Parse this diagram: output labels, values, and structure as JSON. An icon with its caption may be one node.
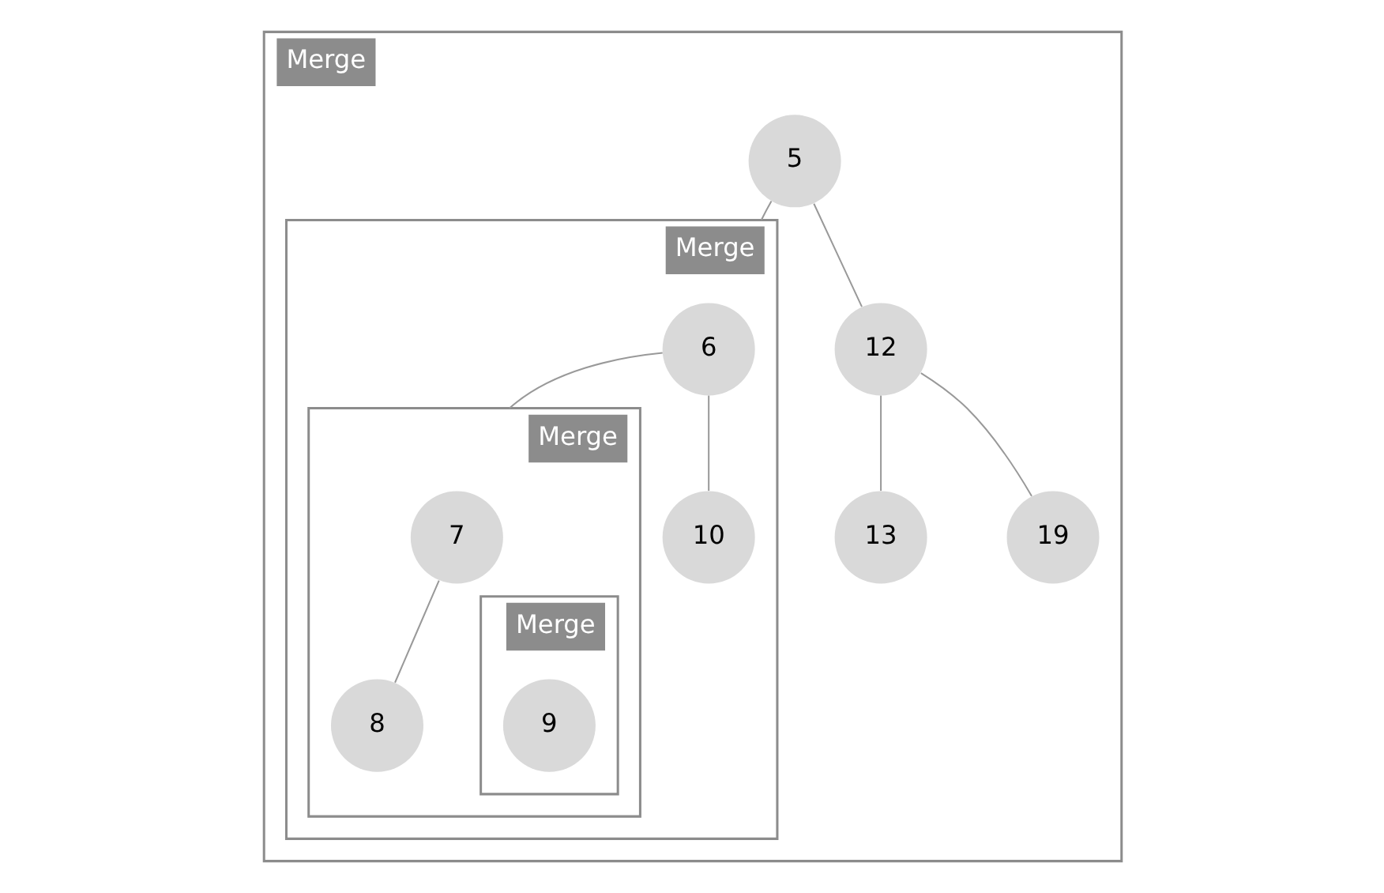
{
  "diagram": {
    "nodes": [
      {
        "text": [
          "Merge"
        ]
      },
      {
        "text": [
          "5"
        ],
        "in": 0
      },
      {
        "text": [
          "Merge"
        ],
        "in": 0
      },
      {
        "text": [
          "6"
        ],
        "in": 2
      },
      {
        "text": [
          "12"
        ],
        "in": 0
      },
      {
        "text": [
          "Merge"
        ],
        "in": 2
      },
      {
        "text": [
          "10"
        ],
        "in": 2
      },
      {
        "text": [
          "13"
        ],
        "in": 0
      },
      {
        "text": [
          "19"
        ],
        "in": 0
      },
      {
        "text": [
          "7"
        ],
        "in": 5
      },
      {
        "text": [
          "Merge"
        ],
        "in": 5
      },
      {
        "text": [
          "8"
        ],
        "in": 5
      },
      {
        "text": [
          "9"
        ],
        "in": 10
      }
    ],
    "edges": [
      {
        "from": 1,
        "to": 2,
        "arrow": "none"
      },
      {
        "from": 1,
        "to": 4,
        "arrow": "none"
      },
      {
        "from": 3,
        "to": 5,
        "arrow": "none"
      },
      {
        "from": 3,
        "to": 6,
        "arrow": "none"
      },
      {
        "from": 4,
        "to": 7,
        "arrow": "none"
      },
      {
        "from": 4,
        "to": 8,
        "arrow": "none"
      },
      {
        "from": 9,
        "to": 11,
        "arrow": "none"
      }
    ]
  }
}
